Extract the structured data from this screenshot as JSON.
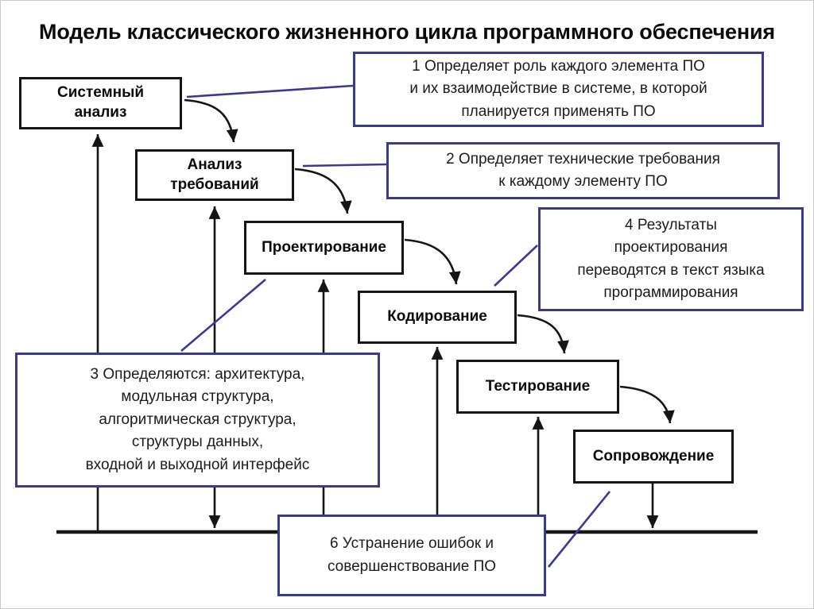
{
  "title": "Модель классического жизненного цикла программного обеспечения",
  "colors": {
    "annotation_border": "#3A3A93",
    "diagram_line": "#151515",
    "background": "#ffffff"
  },
  "phases": [
    {
      "id": "system-analysis",
      "label": "Системный анализ",
      "lines": [
        "Системный",
        "анализ"
      ]
    },
    {
      "id": "requirements-analysis",
      "label": "Анализ требований",
      "lines": [
        "Анализ",
        "требований"
      ]
    },
    {
      "id": "design",
      "label": "Проектирование",
      "lines": [
        "Проектирование"
      ]
    },
    {
      "id": "coding",
      "label": "Кодирование",
      "lines": [
        "Кодирование"
      ]
    },
    {
      "id": "testing",
      "label": "Тестирование",
      "lines": [
        "Тестирование"
      ]
    },
    {
      "id": "maintenance",
      "label": "Сопровождение",
      "lines": [
        "Сопровождение"
      ]
    }
  ],
  "annotations": [
    {
      "id": "1",
      "lines": [
        "1 Определяет роль каждого элемента ПО",
        "и их взаимодействие в системе, в которой",
        "планируется применять ПО"
      ]
    },
    {
      "id": "2",
      "lines": [
        "2 Определяет технические требования",
        "к каждому элементу ПО"
      ]
    },
    {
      "id": "4",
      "lines": [
        "4 Результаты",
        "проектирования",
        "переводятся в текст языка",
        "программирования"
      ]
    },
    {
      "id": "3",
      "lines": [
        "3 Определяются: архитектура,",
        "модульная структура,",
        "алгоритмическая структура,",
        "структуры данных,",
        "входной и выходной интерфейс"
      ]
    },
    {
      "id": "6",
      "lines": [
        "6 Устранение ошибок и",
        "совершенствование ПО"
      ]
    }
  ]
}
